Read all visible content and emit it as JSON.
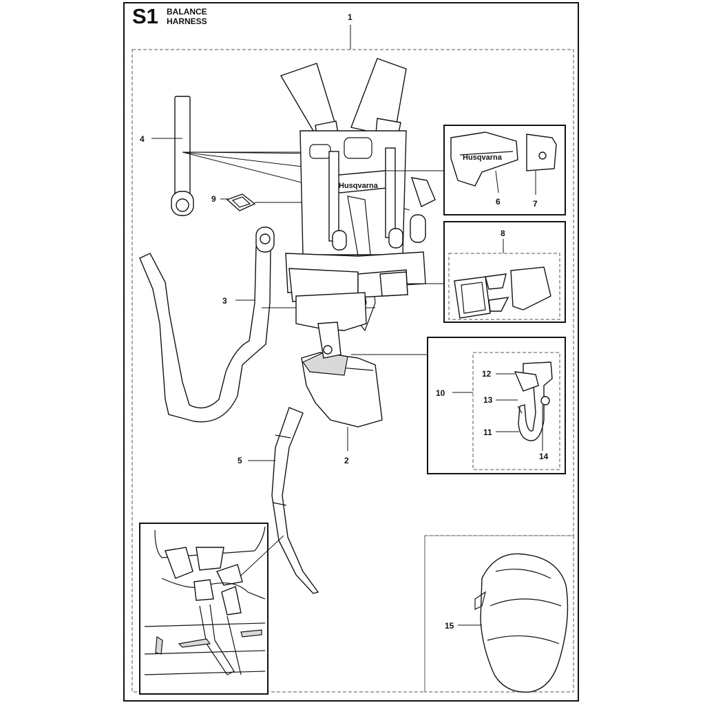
{
  "header": {
    "code": "S1",
    "title_line1": "BALANCE",
    "title_line2": "HARNESS"
  },
  "brand_label": "Husqvarna",
  "callouts": [
    "1",
    "2",
    "3",
    "4",
    "5",
    "6",
    "7",
    "8",
    "9",
    "10",
    "11",
    "12",
    "13",
    "14",
    "15"
  ]
}
